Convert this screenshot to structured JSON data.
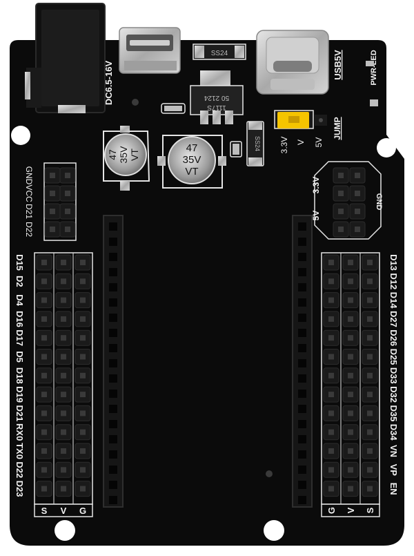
{
  "board": {
    "labels": {
      "dc_input": "DC6.5-16V",
      "usb": "USB5V",
      "pwr_led": "PWR-LED",
      "jump": "JUMP",
      "jumper_opt_3v3": "3.3V",
      "jumper_opt_v": "V",
      "jumper_opt_5v": "5V",
      "aux_gnd": "GND",
      "aux_vcc": "VCC",
      "aux_d21": "D21",
      "aux_d22": "D22",
      "pwr_3v3": "3.3V",
      "pwr_5v": "5V",
      "pwr_gnd": "GND",
      "left_header_legend": [
        "S",
        "V",
        "G"
      ],
      "right_header_legend": [
        "G",
        "V",
        "S"
      ]
    },
    "capacitors": [
      {
        "line1": "47",
        "line2": "35V",
        "line3": "VT"
      },
      {
        "line1": "47",
        "line2": "35V",
        "line3": "VT"
      }
    ],
    "chip_markings": {
      "regulator": "1117S\n50 2124",
      "diode_top": "SS24",
      "diode_side": "SS24"
    },
    "left_pins": [
      "D15",
      "D2",
      "D4",
      "D16",
      "D17",
      "D5",
      "D18",
      "D19",
      "D21",
      "RX0",
      "TX0",
      "D22",
      "D23"
    ],
    "right_pins": [
      "D13",
      "D12",
      "D14",
      "D27",
      "D26",
      "D25",
      "D33",
      "D32",
      "D35",
      "D34",
      "VN",
      "VP",
      "EN"
    ]
  },
  "colors": {
    "pcb": "#0b0b0b",
    "silk": "#f2f2f2",
    "jumper": "#f5c400",
    "metal": "#c8c8c8"
  }
}
